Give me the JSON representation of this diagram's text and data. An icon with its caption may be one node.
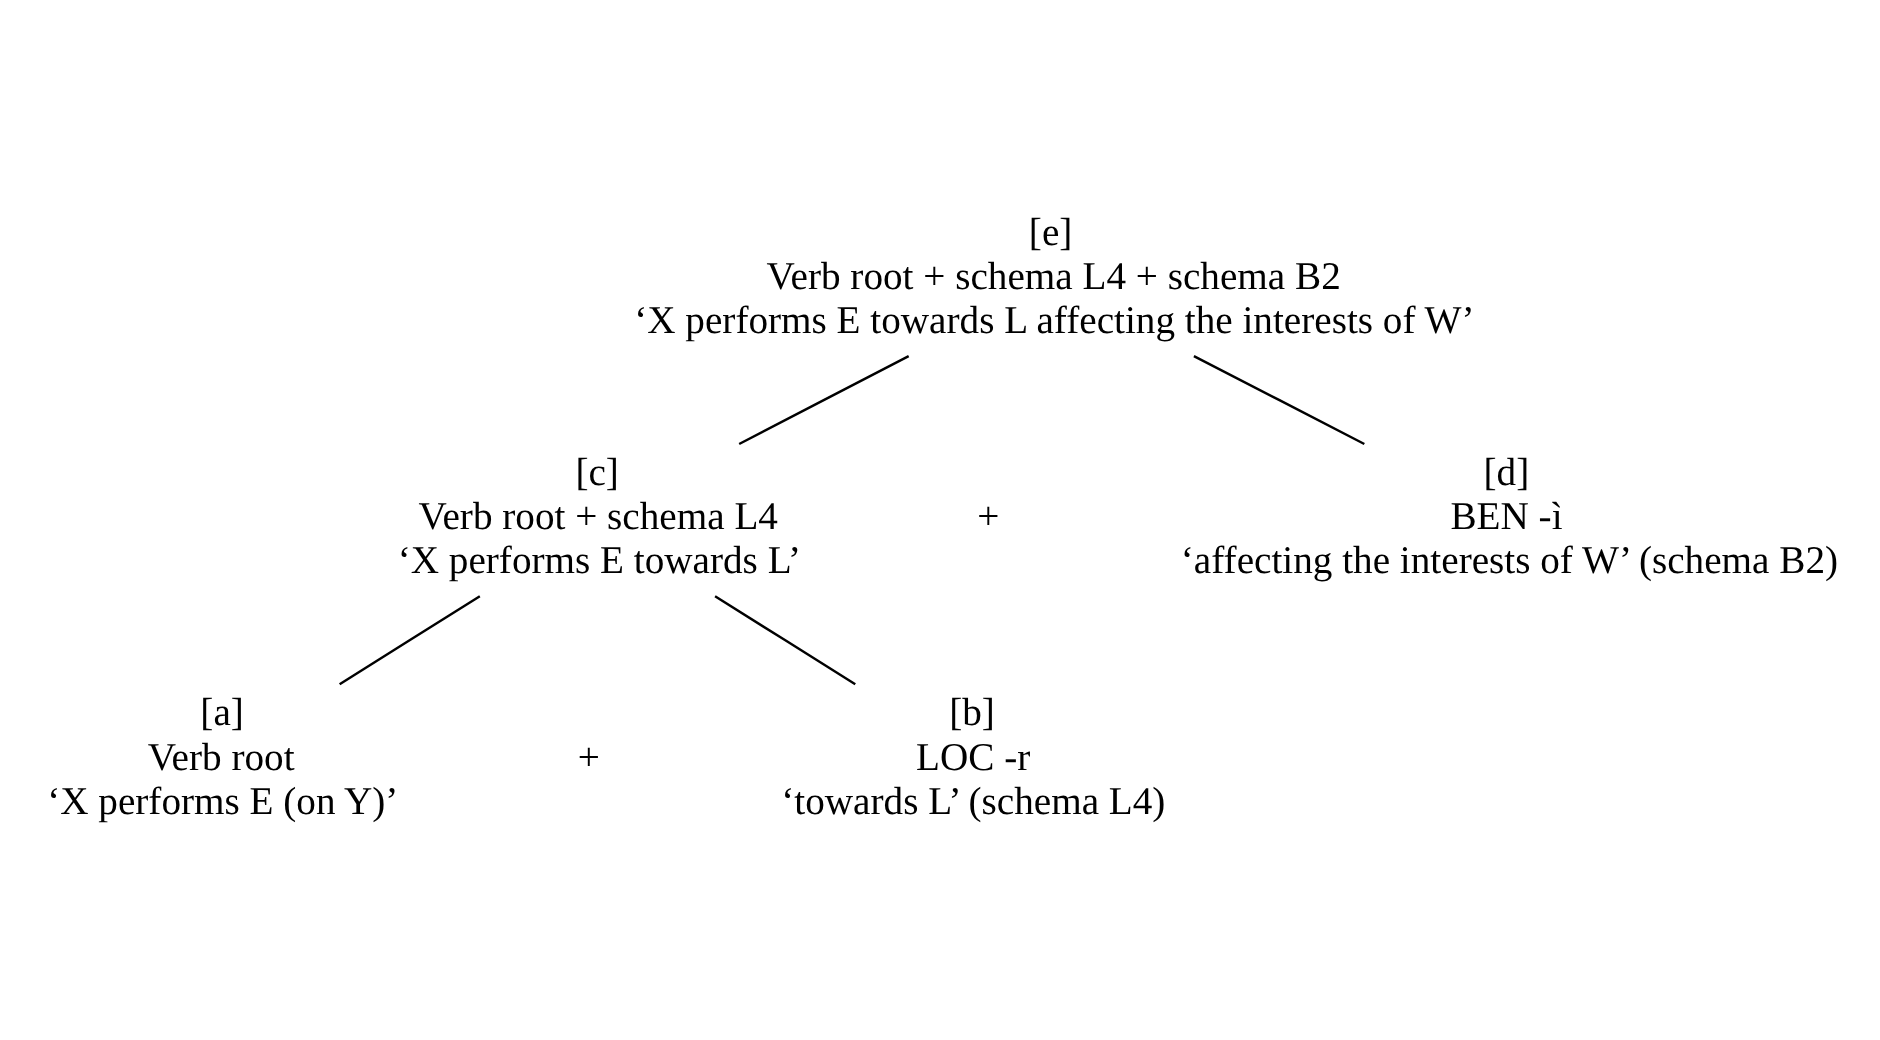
{
  "diagram": {
    "nodes": [
      {
        "text": [
          "[e]",
          "Verb root + schema L4 + schema B2",
          "‘X performs E towards L affecting the interests of W’"
        ]
      },
      {
        "text": [
          "[c]",
          "Verb root + schema L4",
          "‘X performs E towards L’"
        ]
      },
      {
        "text": [
          "[d]",
          "BEN -ì",
          "‘affecting the interests of W’ (schema B2)"
        ]
      },
      {
        "text": [
          "[a]",
          "Verb root",
          "‘X performs E (on Y)’"
        ]
      },
      {
        "text": [
          "[b]",
          "LOC -r",
          "‘towards L’ (schema L4)"
        ]
      }
    ],
    "edges": [
      {
        "from": 0,
        "to": 1,
        "arrow": "none"
      },
      {
        "from": 0,
        "to": 2,
        "arrow": "none"
      },
      {
        "from": 1,
        "to": 3,
        "arrow": "none"
      },
      {
        "from": 1,
        "to": 4,
        "arrow": "none"
      }
    ],
    "labels": [
      "+",
      "+"
    ]
  }
}
